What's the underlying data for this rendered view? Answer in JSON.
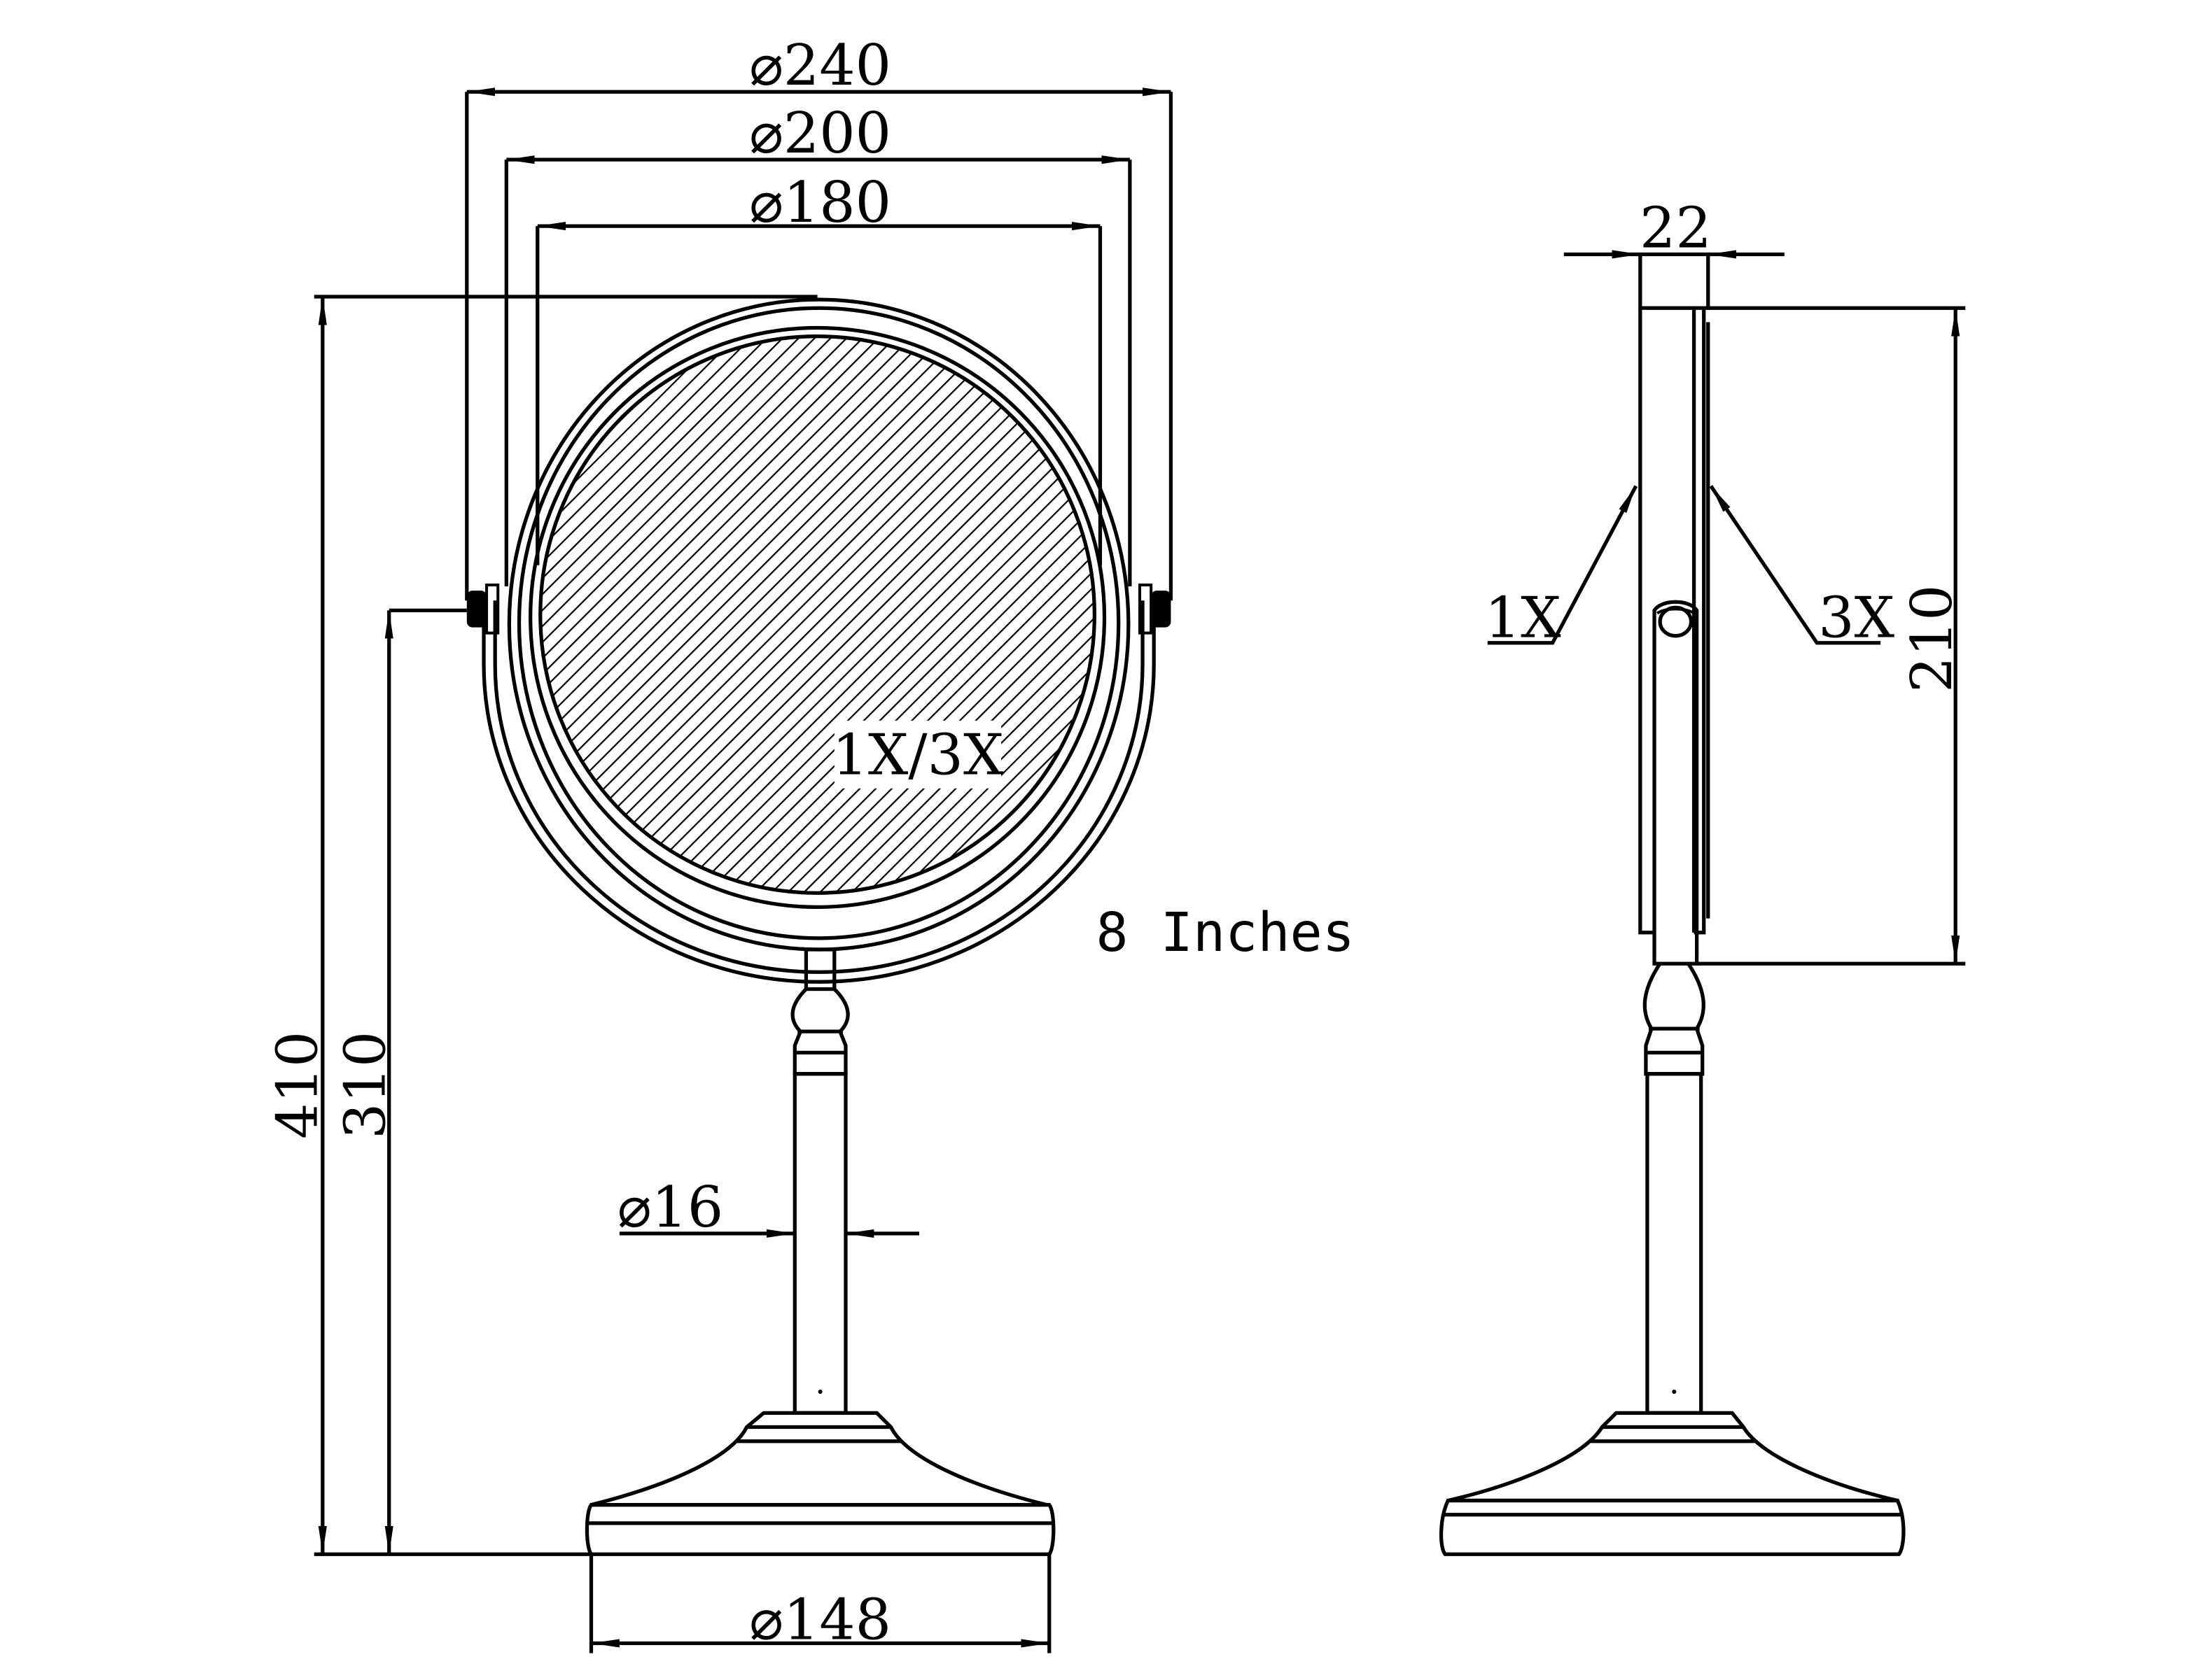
{
  "front_view": {
    "dims": {
      "mirror_outer_diameter": "⌀240",
      "mirror_frame_diameter": "⌀200",
      "mirror_glass_diameter": "⌀180",
      "total_height": "410",
      "pivot_height": "310",
      "stem_diameter": "⌀16",
      "base_diameter": "⌀148"
    },
    "magnification_label": "1X/3X",
    "size_label": "8 Inches"
  },
  "side_view": {
    "dims": {
      "mirror_thickness": "22",
      "mirror_height": "210"
    },
    "side_1_label": "1X",
    "side_2_label": "3X"
  }
}
